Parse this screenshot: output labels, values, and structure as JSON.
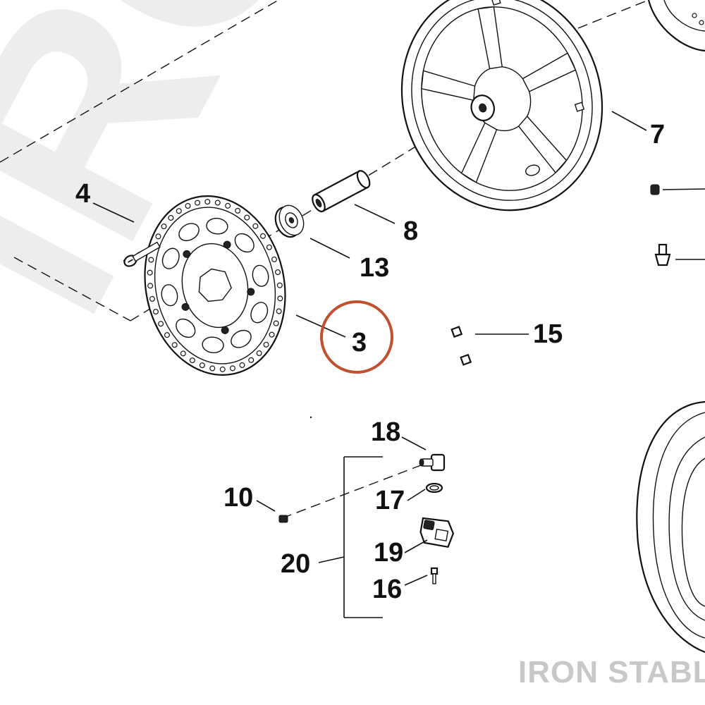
{
  "watermark": {
    "text": "IRON"
  },
  "brand": {
    "text": "IRON STABLE"
  },
  "highlight": {
    "color": "#c0502e",
    "target_label": "3"
  },
  "callouts": [
    {
      "id": "3",
      "label": "3"
    },
    {
      "id": "4",
      "label": "4"
    },
    {
      "id": "7",
      "label": "7"
    },
    {
      "id": "8",
      "label": "8"
    },
    {
      "id": "10",
      "label": "10"
    },
    {
      "id": "13",
      "label": "13"
    },
    {
      "id": "15",
      "label": "15"
    },
    {
      "id": "16",
      "label": "16"
    },
    {
      "id": "17",
      "label": "17"
    },
    {
      "id": "18",
      "label": "18"
    },
    {
      "id": "19",
      "label": "19"
    },
    {
      "id": "20",
      "label": "20"
    }
  ]
}
